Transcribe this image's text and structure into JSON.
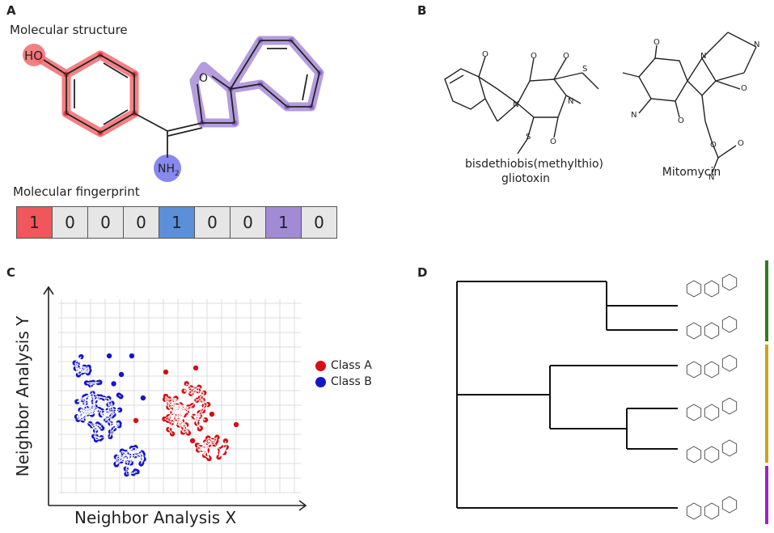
{
  "panels": {
    "a": {
      "label": "A",
      "structure_caption": "Molecular structure",
      "fingerprint_caption": "Molecular fingerprint",
      "atom_labels": {
        "hydroxyl": "HO",
        "amine": "NH",
        "amine_sub": "2",
        "ring_oxygen": "O"
      },
      "fingerprint": [
        "1",
        "0",
        "0",
        "0",
        "1",
        "0",
        "0",
        "1",
        "0"
      ],
      "fingerprint_colors": [
        "#f0565a",
        "#e6e6e6",
        "#e6e6e6",
        "#e6e6e6",
        "#5b8fd8",
        "#e6e6e6",
        "#e6e6e6",
        "#a28bd6",
        "#e6e6e6"
      ],
      "highlight_colors": {
        "red": "#f26a6d",
        "blue": "#7b7bef",
        "purple": "#a88bd8"
      }
    },
    "b": {
      "label": "B",
      "molecule1": {
        "name_line1": "bisdethiobis(methylthio)",
        "name_line2": "gliotoxin"
      },
      "molecule2": {
        "name": "Mitomycin"
      },
      "atom_labels": {
        "o": "O",
        "n": "N",
        "s": "S"
      }
    },
    "c": {
      "label": "C",
      "xlabel": "Neighbor Analysis X",
      "ylabel": "Neighbor Analysis Y",
      "legend": [
        {
          "name": "Class A",
          "color": "#d60f14"
        },
        {
          "name": "Class B",
          "color": "#1515c8"
        }
      ]
    },
    "d": {
      "label": "D",
      "group_colors": [
        "#2e7d1a",
        "#d4a017",
        "#a020c8"
      ]
    }
  }
}
